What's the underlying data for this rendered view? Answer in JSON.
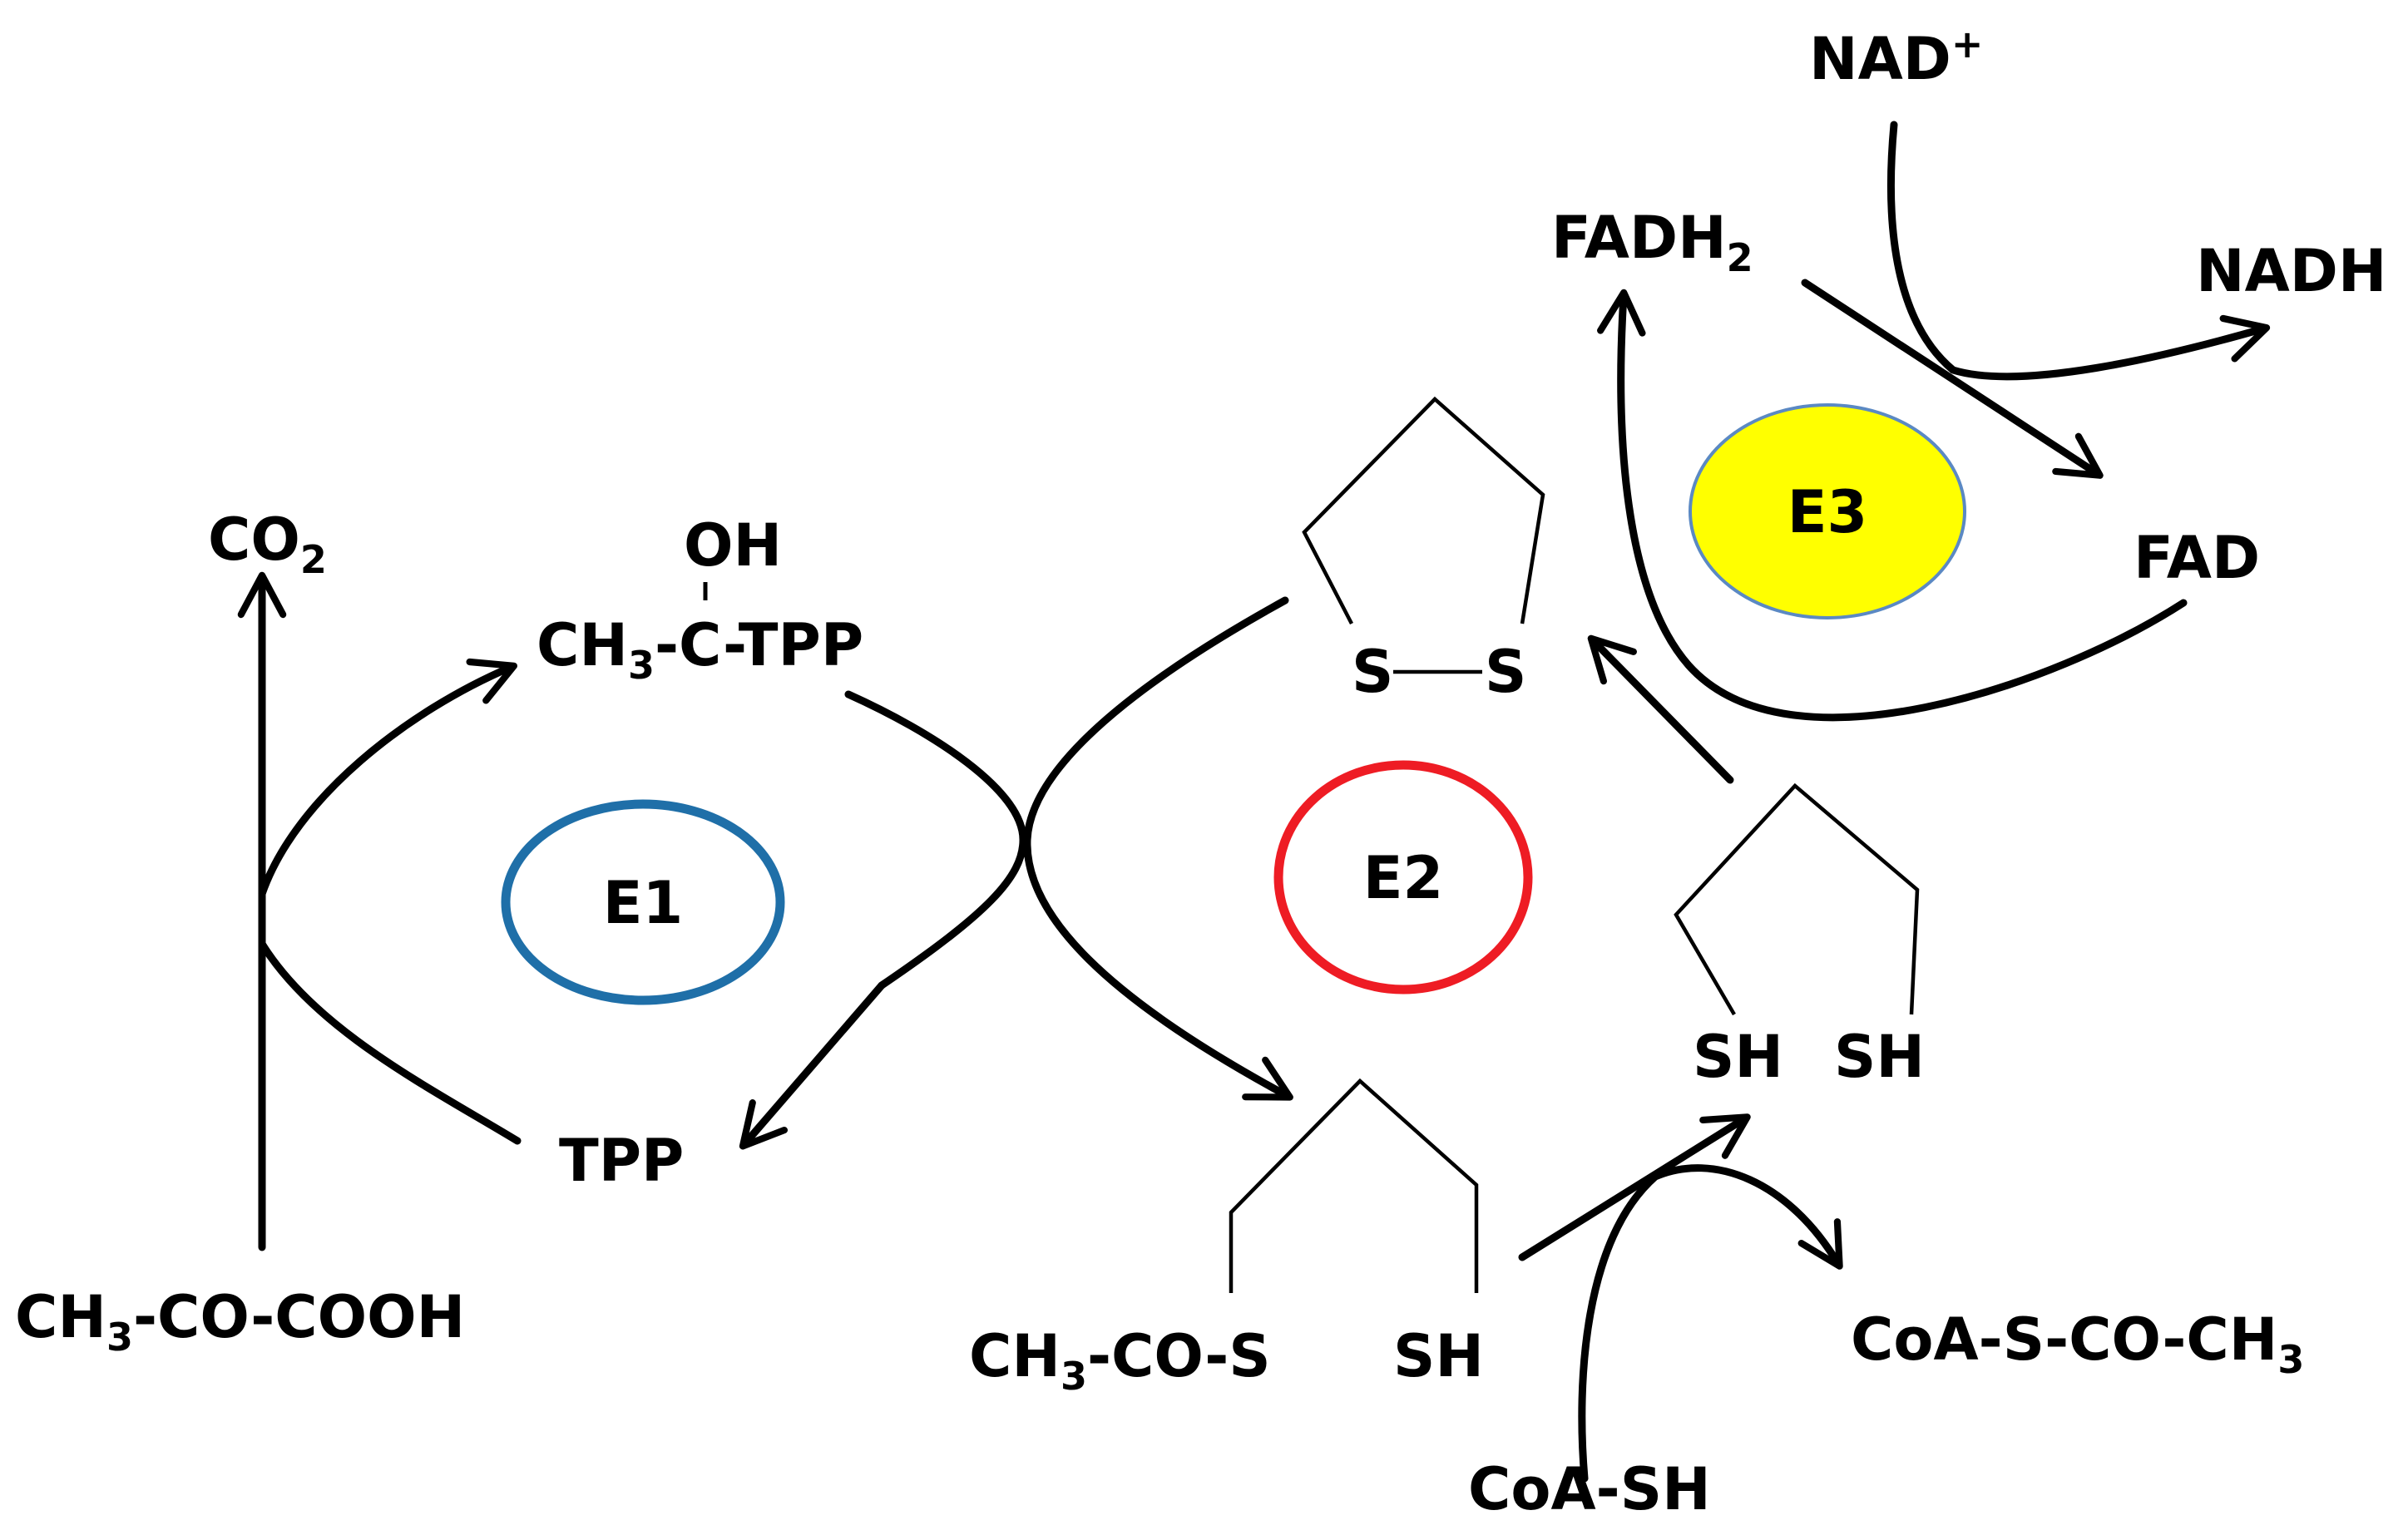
{
  "diagram": {
    "enzymes": {
      "e1": {
        "label": "E1",
        "color": "#1f6fa8"
      },
      "e2": {
        "label": "E2",
        "color": "#ee1c24"
      },
      "e3": {
        "label": "E3",
        "color": "#ffff00",
        "outline": "#5b89c3"
      }
    },
    "pyruvate": {
      "a": "CH",
      "sub": "3",
      "b": "-CO-COOH"
    },
    "co2": {
      "a": "CO",
      "sub": "2"
    },
    "hydroxyethyl_tpp": {
      "oh": "OH",
      "a": "CH",
      "sub": "3",
      "b": "-C-TPP"
    },
    "tpp": "TPP",
    "lipoamide_oxidized": {
      "s1": "S",
      "s2": "S"
    },
    "acetyl_lipoamide": {
      "a": "CH",
      "sub": "3",
      "b": "-CO-S",
      "sh": "SH"
    },
    "dihydrolipoamide": {
      "sh1": "SH",
      "sh2": "SH"
    },
    "coa_sh": "CoA-SH",
    "acetyl_coa": {
      "a": "CoA-S-CO-CH",
      "sub": "3"
    },
    "fadh2": {
      "a": "FADH",
      "sub": "2"
    },
    "fad": "FAD",
    "nad": {
      "a": "NAD",
      "sup": "+"
    },
    "nadh": "NADH"
  }
}
